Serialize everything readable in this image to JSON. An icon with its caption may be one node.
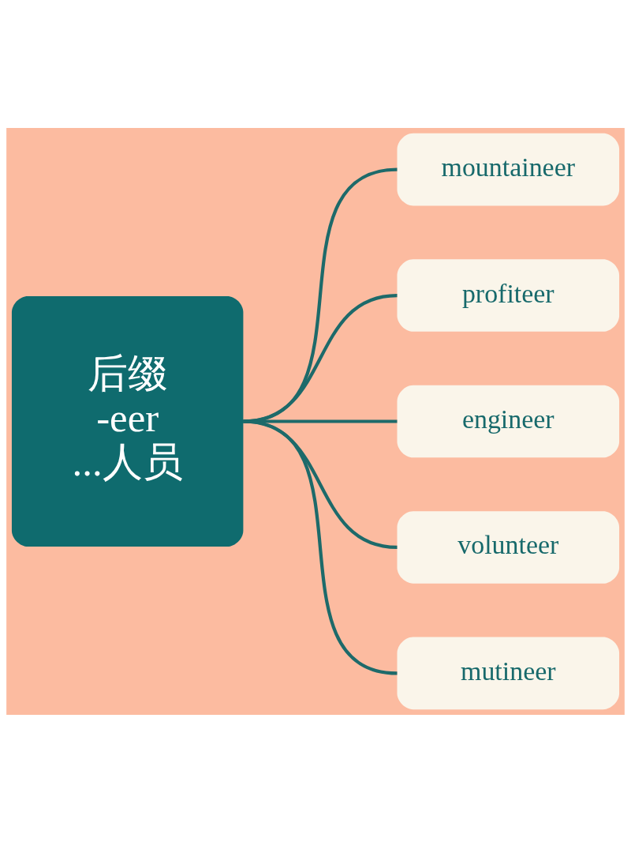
{
  "diagram": {
    "nodes": [
      {
        "text": [
          "后缀",
          "-eer",
          "...人员"
        ]
      },
      {
        "text": [
          "mountaineer"
        ]
      },
      {
        "text": [
          "profiteer"
        ]
      },
      {
        "text": [
          "engineer"
        ]
      },
      {
        "text": [
          "volunteer"
        ]
      },
      {
        "text": [
          "mutineer"
        ]
      }
    ],
    "edges": [
      {
        "from": 0,
        "to": 1,
        "arrow": "none"
      },
      {
        "from": 0,
        "to": 2,
        "arrow": "none"
      },
      {
        "from": 0,
        "to": 3,
        "arrow": "none"
      },
      {
        "from": 0,
        "to": 4,
        "arrow": "none"
      },
      {
        "from": 0,
        "to": 5,
        "arrow": "none"
      }
    ]
  }
}
